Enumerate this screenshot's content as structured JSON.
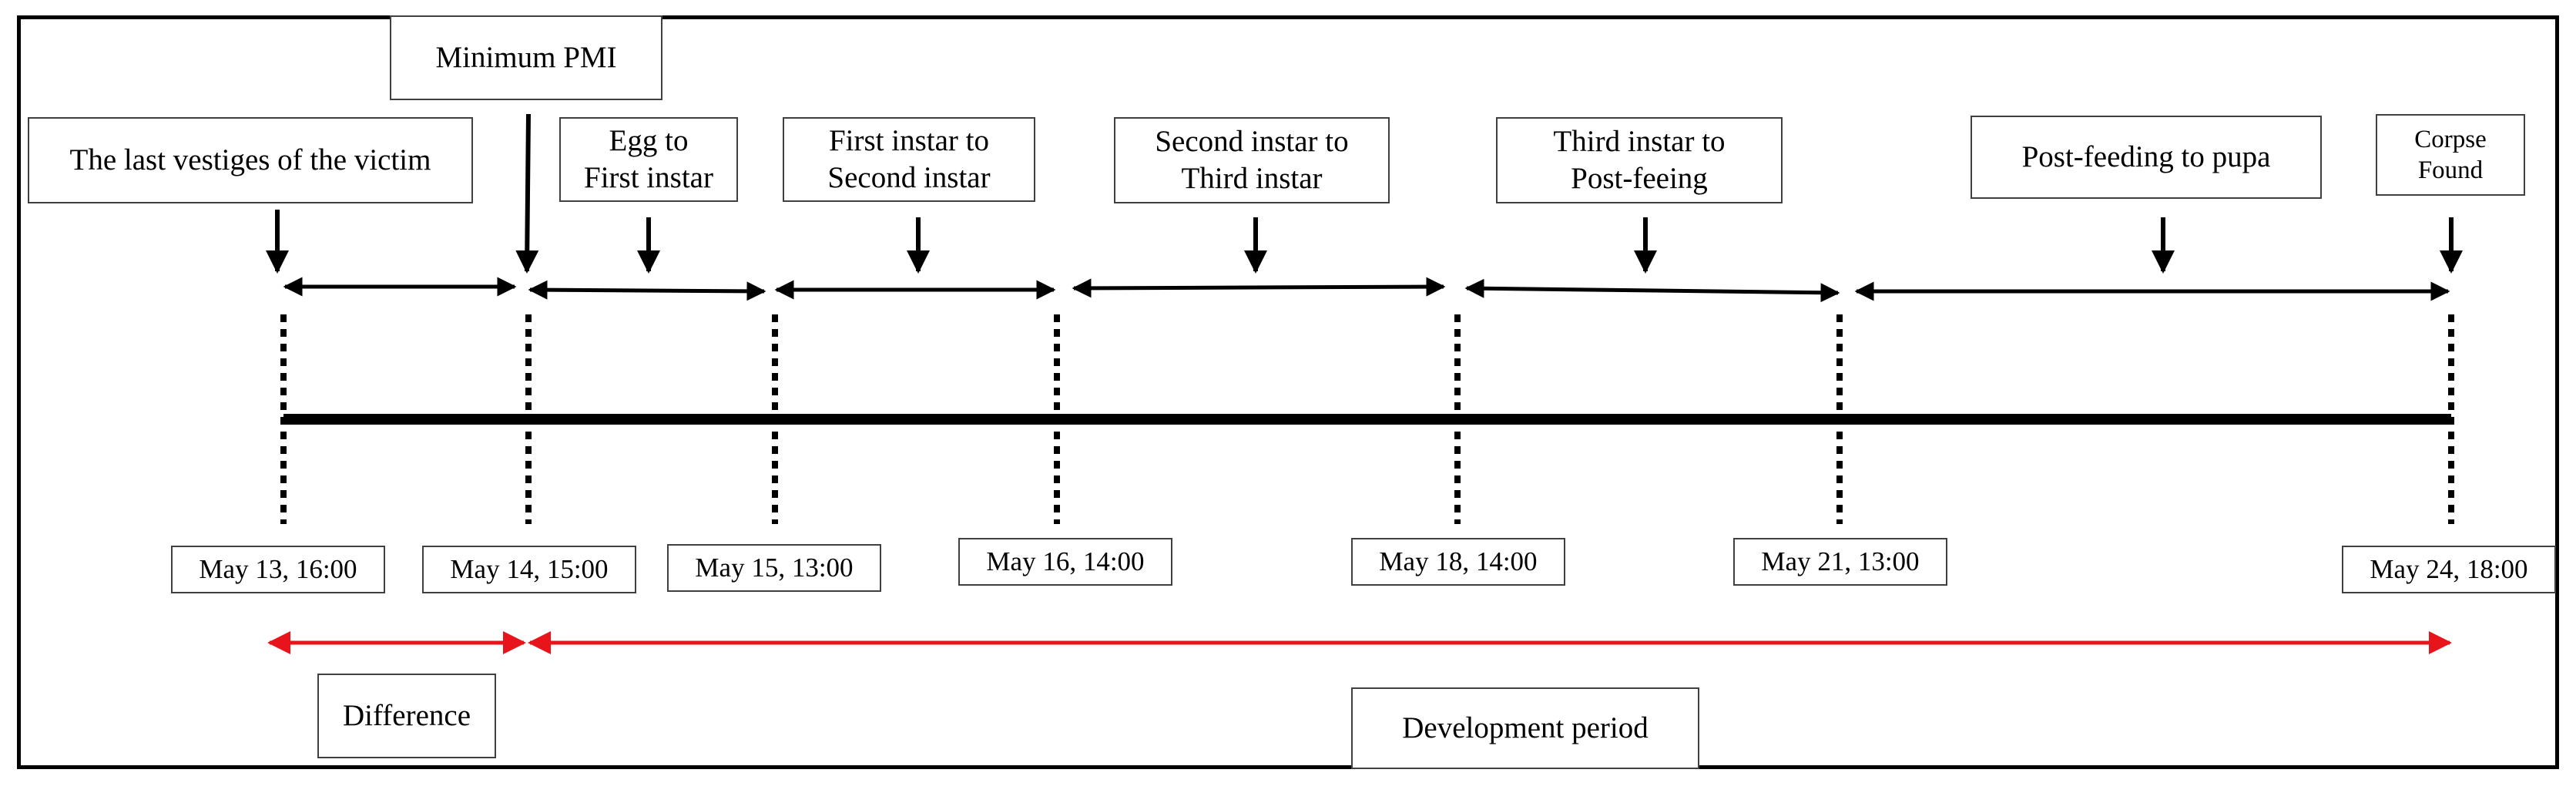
{
  "stages": [
    {
      "id": "last-vestiges",
      "text": "The last vestiges of the victim"
    },
    {
      "id": "minimum-pmi",
      "text": "Minimum PMI"
    },
    {
      "id": "egg-to-first",
      "text": "Egg to\nFirst instar"
    },
    {
      "id": "first-to-second",
      "text": "First instar to\nSecond instar"
    },
    {
      "id": "second-to-third",
      "text": "Second instar to\nThird instar"
    },
    {
      "id": "third-to-postfeeding",
      "text": "Third instar to\nPost-feeing"
    },
    {
      "id": "postfeeding-to-pupa",
      "text": "Post-feeding to pupa"
    },
    {
      "id": "corpse-found",
      "text": "Corpse\nFound"
    }
  ],
  "dates": [
    "May 13, 16:00",
    "May 14, 15:00",
    "May 15, 13:00",
    "May 16, 14:00",
    "May 18, 14:00",
    "May 21, 13:00",
    "May 24, 18:00"
  ],
  "periods": {
    "difference": "Difference",
    "development": "Development period"
  },
  "colors": {
    "frame": "#000000",
    "timeline": "#000000",
    "period_arrow": "#e8141b",
    "box_border": "#404040"
  }
}
